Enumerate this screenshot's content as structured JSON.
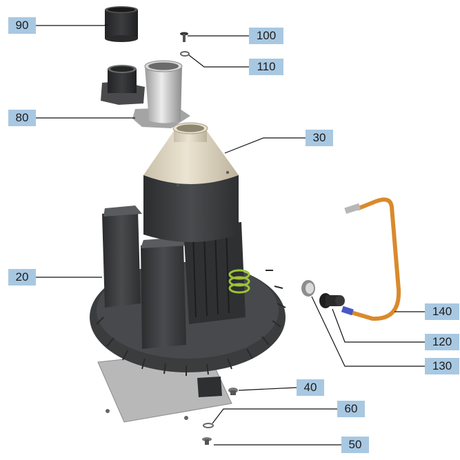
{
  "callouts": [
    {
      "label": "90"
    },
    {
      "label": "100"
    },
    {
      "label": "110"
    },
    {
      "label": "80"
    },
    {
      "label": "30"
    },
    {
      "label": "20"
    },
    {
      "label": "140"
    },
    {
      "label": "120"
    },
    {
      "label": "130"
    },
    {
      "label": "40"
    },
    {
      "label": "60"
    },
    {
      "label": "50"
    }
  ],
  "colors": {
    "callout_bg": "#a8c8e2",
    "motor_body": "#3a3b3d",
    "cone": "#d9d1bd",
    "hose": "#d98a2c",
    "pipe": "#c8c8c8"
  }
}
